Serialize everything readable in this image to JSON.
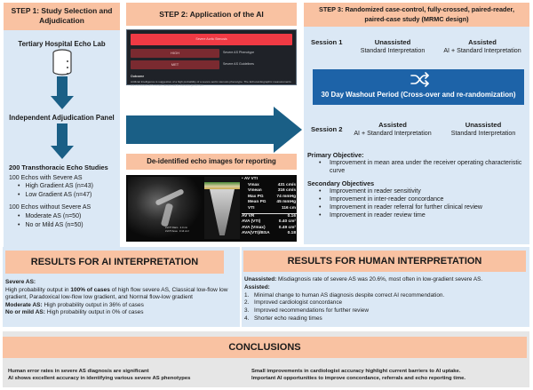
{
  "step1": {
    "header": [
      "STEP 1: Study Selection and",
      "Adjudication"
    ],
    "lab": "Tertiary Hospital Echo Lab",
    "panel": "Independent Adjudication Panel",
    "studies_title": "200 Transthoracic Echo Studies",
    "group1_title": "100 Echos with Severe AS",
    "group1_items": [
      "High Gradient AS (n=43)",
      "Low Gradient AS (n=47)"
    ],
    "group2_title": "100 Echos without Severe AS",
    "group2_items": [
      "Moderate AS (n=50)",
      "No or Mild AS (n=50)"
    ],
    "icons": {
      "database": "database-icon",
      "arrow": "arrow-down-icon"
    }
  },
  "step2": {
    "header": "STEP 2: Application of the AI",
    "ai_panel": {
      "banner": "Severe Aortic Stenosis",
      "pills": [
        {
          "value": "HIGH",
          "label": "Severe AS Phenotype"
        },
        {
          "value": "MET",
          "label": "Severe AS Guidelines"
        }
      ],
      "outcome_title": "Outcome",
      "outcome_text": "Artificial Intelligence is suggestive of a high probability of a severe aortic stenosis phenotype. The Echocardiographic measurements are consistent with current severe aortic stenosis guidelines."
    },
    "deid": "De-identified echo images for reporting",
    "echo": {
      "lvot": "LVOT Diam   2.0 cm\nLVOT Area   3.14 cm²",
      "title": "AV VTI",
      "measurements": [
        {
          "label": "Vmax",
          "value": "431 cm/s"
        },
        {
          "label": "Vmean",
          "value": "316 cm/s"
        },
        {
          "label": "Max PG",
          "value": "74 mmHg"
        },
        {
          "label": "Mean PG",
          "value": "45 mmHg"
        },
        {
          "label": "VTI",
          "value": "116 cm"
        }
      ],
      "derived": [
        {
          "label": "AV VR",
          "value": "0.16"
        },
        {
          "label": "AVA (VTI)",
          "value": "0.40 cm²"
        },
        {
          "label": "AVA (Vmax)",
          "value": "0.49 cm²"
        },
        {
          "label": "AVA(VTI)/BSA",
          "value": "0.18"
        }
      ]
    }
  },
  "step3": {
    "header": [
      "STEP 3: Randomized case-control, fully-crossed, paired-reader,",
      "paired-case study (MRMC design)"
    ],
    "session1": {
      "label": "Session 1",
      "col1": {
        "title": "Unassisted",
        "sub": "Standard Interpretation"
      },
      "col2": {
        "title": "Assisted",
        "sub": "AI + Standard Interpretation"
      }
    },
    "washout": "30 Day Washout Period (Cross-over and re-randomization)",
    "session2": {
      "label": "Session 2",
      "col1": {
        "title": "Assisted",
        "sub": "AI + Standard Interpretation"
      },
      "col2": {
        "title": "Unassisted",
        "sub": "Standard Interpretation"
      }
    },
    "primary_title": "Primary Objective:",
    "primary_items": [
      "Improvement in mean area under the receiver operating characteristic curve"
    ],
    "secondary_title": "Secondary Objectives",
    "secondary_items": [
      "Improvement in reader sensitivity",
      "Improvement in inter-reader concordance",
      "Improvement in reader referral for further clinical review",
      "Improvement in reader review time"
    ]
  },
  "results_ai": {
    "header": "RESULTS FOR AI INTERPRETATION",
    "severe_label": "Severe AS:",
    "severe_pre": "High probability output in ",
    "severe_bold": "100% of cases",
    "severe_post": " of high flow severe AS, Classical low-flow low gradient, Paradoxical low-flow low gradient, and Normal flow-low gradient",
    "moderate_label": "Moderate AS:",
    "moderate_text": " High probability output in 36% of cases",
    "mild_label": "No or mild AS:",
    "mild_text": " High probability output in 0% of cases"
  },
  "results_human": {
    "header": "RESULTS FOR HUMAN INTERPRETATION",
    "unassisted_label": "Unassisted:",
    "unassisted_text": " Misdiagnosis rate of severe AS was 20.6%, most often in low-gradient severe AS.",
    "assisted_label": "Assisted:",
    "assisted_items": [
      {
        "n": "1.",
        "text": "Minimal change to human AS diagnosis despite correct AI recommendation."
      },
      {
        "n": "2.",
        "text": "Improved cardiologist concordance"
      },
      {
        "n": "3.",
        "text": "Improved recommendations for further review"
      },
      {
        "n": "4.",
        "text": "Shorter echo reading times"
      }
    ]
  },
  "conclusions": {
    "header": "CONCLUSIONS",
    "left": [
      "Human error rates in severe AS diagnosis are significant",
      "AI shows excellent accuracy in identifying various severe AS phenotypes"
    ],
    "right": [
      "Small improvements in cardiologist accuracy highlight current barriers to AI uptake.",
      "Important AI opportunities to improve concordance, referrals and echo reporting time."
    ]
  },
  "colors": {
    "header_peach": "#f9c2a2",
    "panel_blue": "#dbe8f5",
    "arrow_teal": "#1a5f86",
    "washout_blue": "#1d63a8",
    "ai_red": "#f03a44"
  }
}
